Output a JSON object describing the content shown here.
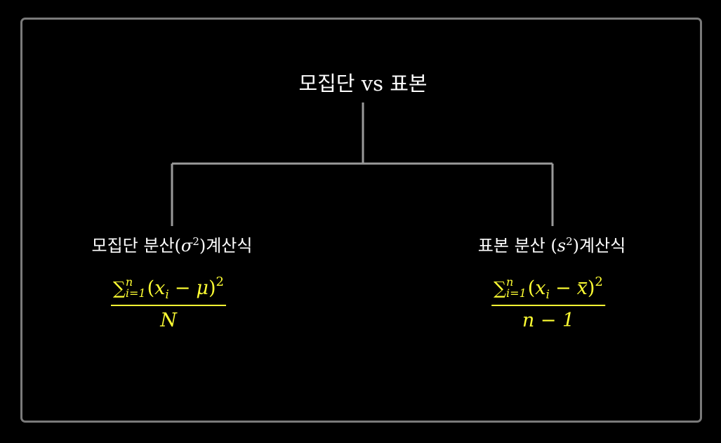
{
  "diagram": {
    "title": "모집단 vs 표본",
    "colors": {
      "background": "#000000",
      "frame": "#7a7a7a",
      "connector": "#9a9a9a",
      "text": "#ffffff",
      "formula": "#ffff33"
    },
    "population": {
      "label_prefix": "모집단 분산(",
      "label_symbol": "σ",
      "label_exponent": "2",
      "label_suffix": ")계산식",
      "formula": {
        "sum_symbol": "∑",
        "sum_upper": "n",
        "sum_lower": "i=1",
        "open_paren": "(",
        "term_var": "x",
        "term_sub": "i",
        "minus": "−",
        "mean": "μ",
        "close_paren": ")",
        "power": "2",
        "denominator": "N"
      }
    },
    "sample": {
      "label_prefix": "표본 분산 (",
      "label_symbol": "s",
      "label_exponent": "2",
      "label_suffix": ")계산식",
      "formula": {
        "sum_symbol": "∑",
        "sum_upper": "n",
        "sum_lower": "i=1",
        "open_paren": "(",
        "term_var": "x",
        "term_sub": "i",
        "minus": "−",
        "mean": "x",
        "close_paren": ")",
        "power": "2",
        "denominator": "n − 1"
      }
    }
  }
}
